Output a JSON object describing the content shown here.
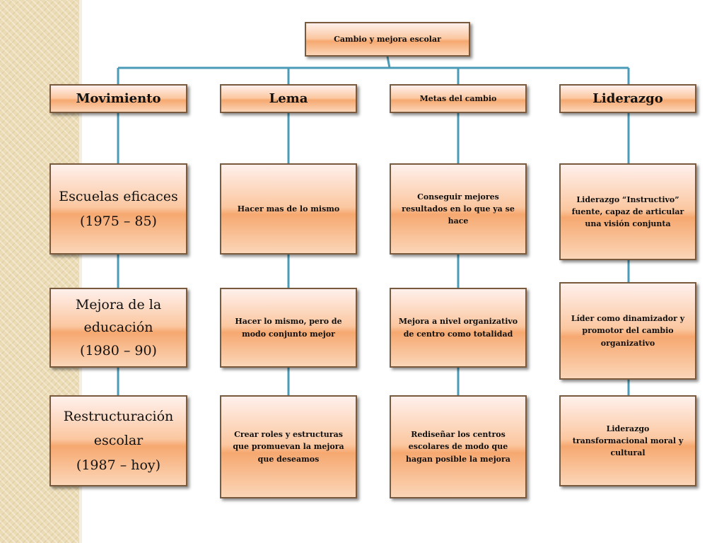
{
  "root": {
    "label": "Cambio y mejora escolar"
  },
  "headers": [
    {
      "label": "Movimiento"
    },
    {
      "label": "Lema"
    },
    {
      "label": "Metas del cambio"
    },
    {
      "label": "Liderazgo"
    }
  ],
  "movimiento": [
    {
      "name": "Escuelas eficaces",
      "period": "(1975 – 85)"
    },
    {
      "name_line1": "Mejora de la",
      "name_line2": "educación",
      "period": "(1980 – 90)"
    },
    {
      "name_line1": "Restructuración",
      "name_line2": "escolar",
      "period": "(1987 – hoy)"
    }
  ],
  "lema": [
    {
      "text": "Hacer mas de lo mismo"
    },
    {
      "text": "Hacer lo mismo, pero de modo conjunto mejor"
    },
    {
      "text": "Crear roles y estructuras que promuevan la mejora que deseamos"
    }
  ],
  "metas": [
    {
      "text": "Conseguir mejores resultados en lo que ya se hace"
    },
    {
      "text": "Mejora a nivel organizativo de centro como totalidad"
    },
    {
      "text": "Rediseñar los centros escolares de modo que hagan posible la mejora"
    }
  ],
  "liderazgo": [
    {
      "text": "Liderazgo “Instructivo” fuente, capaz de articular una visión conjunta"
    },
    {
      "text": "Líder como dinamizador y promotor del cambio organizativo"
    },
    {
      "text": "Liderazgo transformacional moral y cultural"
    }
  ],
  "colors": {
    "connector": "#4a9bb8",
    "box_border": "#7a5a3c",
    "box_fill": "#f6a870"
  }
}
